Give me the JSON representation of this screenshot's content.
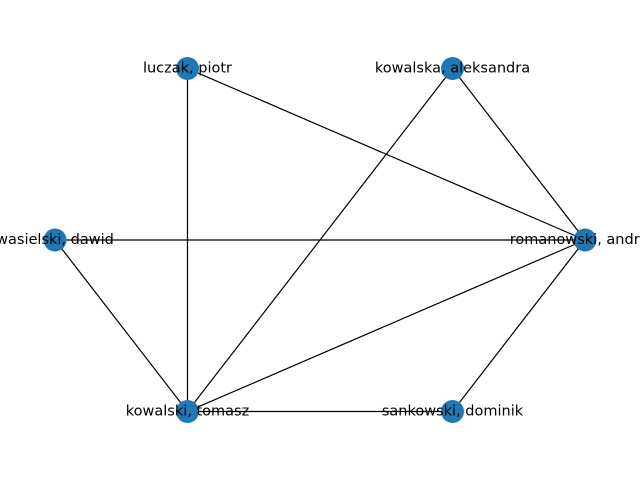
{
  "graph": {
    "node_color": "#1f77b4",
    "edge_color": "#000000",
    "nodes": [
      {
        "id": "luczak",
        "label": "luczak, piotr"
      },
      {
        "id": "kowalska",
        "label": "kowalska, aleksandra"
      },
      {
        "id": "romanowski",
        "label": "romanowski, andrzej"
      },
      {
        "id": "sankowski",
        "label": "sankowski, dominik"
      },
      {
        "id": "kowalski",
        "label": "kowalski, tomasz"
      },
      {
        "id": "wasielski",
        "label": "wasielski, dawid"
      }
    ],
    "edges": [
      {
        "source": "luczak",
        "target": "romanowski"
      },
      {
        "source": "luczak",
        "target": "kowalski"
      },
      {
        "source": "kowalska",
        "target": "romanowski"
      },
      {
        "source": "kowalska",
        "target": "kowalski"
      },
      {
        "source": "wasielski",
        "target": "romanowski"
      },
      {
        "source": "wasielski",
        "target": "kowalski"
      },
      {
        "source": "kowalski",
        "target": "romanowski"
      },
      {
        "source": "kowalski",
        "target": "sankowski"
      },
      {
        "source": "romanowski",
        "target": "sankowski"
      }
    ]
  }
}
